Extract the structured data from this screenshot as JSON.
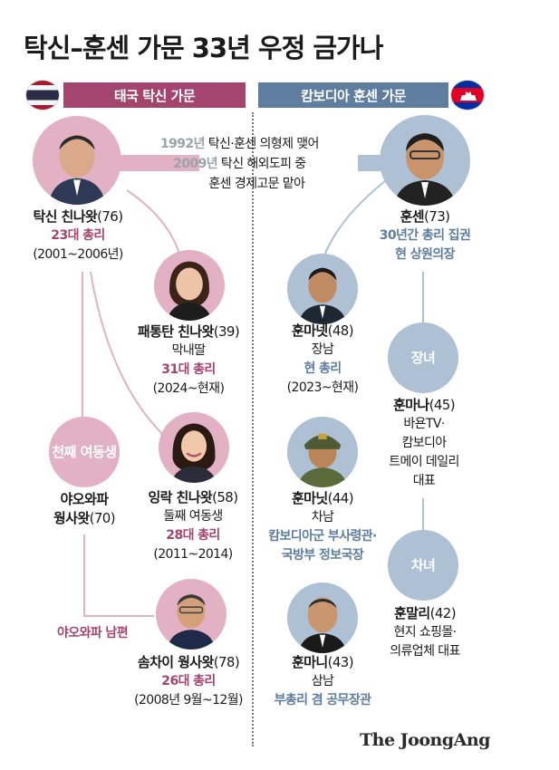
{
  "title": "탁신–훈센 가문 33년 우정 금가나",
  "bands": {
    "thai": "태국 탁신 가문",
    "cambodia": "캄보디아 훈센 가문"
  },
  "colors": {
    "thai": "#a3456f",
    "thai_light": "#e3b1c4",
    "cambodia": "#5e7d9f",
    "cambodia_light": "#aec0d3"
  },
  "center_note": {
    "line1_year": "1992년",
    "line1_text": " 탁신·훈센 의형제 맺어",
    "line2_year": "2009년",
    "line2_text": " 탁신 해외도피 중",
    "line3_text": "훈센 경제고문 맡아"
  },
  "thai": {
    "thaksin": {
      "name": "탁신 친나왓",
      "age": "(76)",
      "role": "23대 총리",
      "period": "(2001~2006년)"
    },
    "paetongtarn": {
      "name": "패통탄 친나왓",
      "age": "(39)",
      "relation": "막내딸",
      "role": "31대 총리",
      "period": "(2024~현재)"
    },
    "node_sister": "천째 여동생",
    "yaowapa": {
      "name_line1": "야오와파",
      "name_line2": "웡사왓",
      "age": "(70)"
    },
    "yingluck": {
      "name": "잉락 친나왓",
      "age": "(58)",
      "relation": "둘째 여동생",
      "role": "28대 총리",
      "period": "(2011~2014)"
    },
    "husband_label": "야오와파 남편",
    "somchai": {
      "name": "솜차이 웡사왓",
      "age": "(78)",
      "role": "26대 총리",
      "period": "(2008년 9월~12월)"
    }
  },
  "cambodia": {
    "hunsen": {
      "name": "훈센",
      "age": "(73)",
      "role_line1": "30년간 총리 집권",
      "role_line2": "현 상원의장"
    },
    "hunmanet": {
      "name": "훈마넷",
      "age": "(48)",
      "relation": "장남",
      "role": "현 총리",
      "period": "(2023~현재)"
    },
    "node_daughter1": "장녀",
    "hunmana": {
      "name": "훈마나",
      "age": "(45)",
      "desc": [
        "바욘TV·",
        "캄보디아",
        "트메이 데일리",
        "대표"
      ]
    },
    "hunmanith": {
      "name": "훈마닛",
      "age": "(44)",
      "relation": "차남",
      "role_line1": "캄보디아군 부사령관·",
      "role_line2": "국방부 정보국장"
    },
    "node_daughter2": "차녀",
    "hunmali": {
      "name": "훈말리",
      "age": "(42)",
      "desc": [
        "현지 쇼핑몰·",
        "의류업체 대표"
      ]
    },
    "hunmany": {
      "name": "훈마니",
      "age": "(43)",
      "relation": "삼남",
      "role": "부총리 겸 공무장관"
    }
  },
  "logo": "The JoongAng"
}
